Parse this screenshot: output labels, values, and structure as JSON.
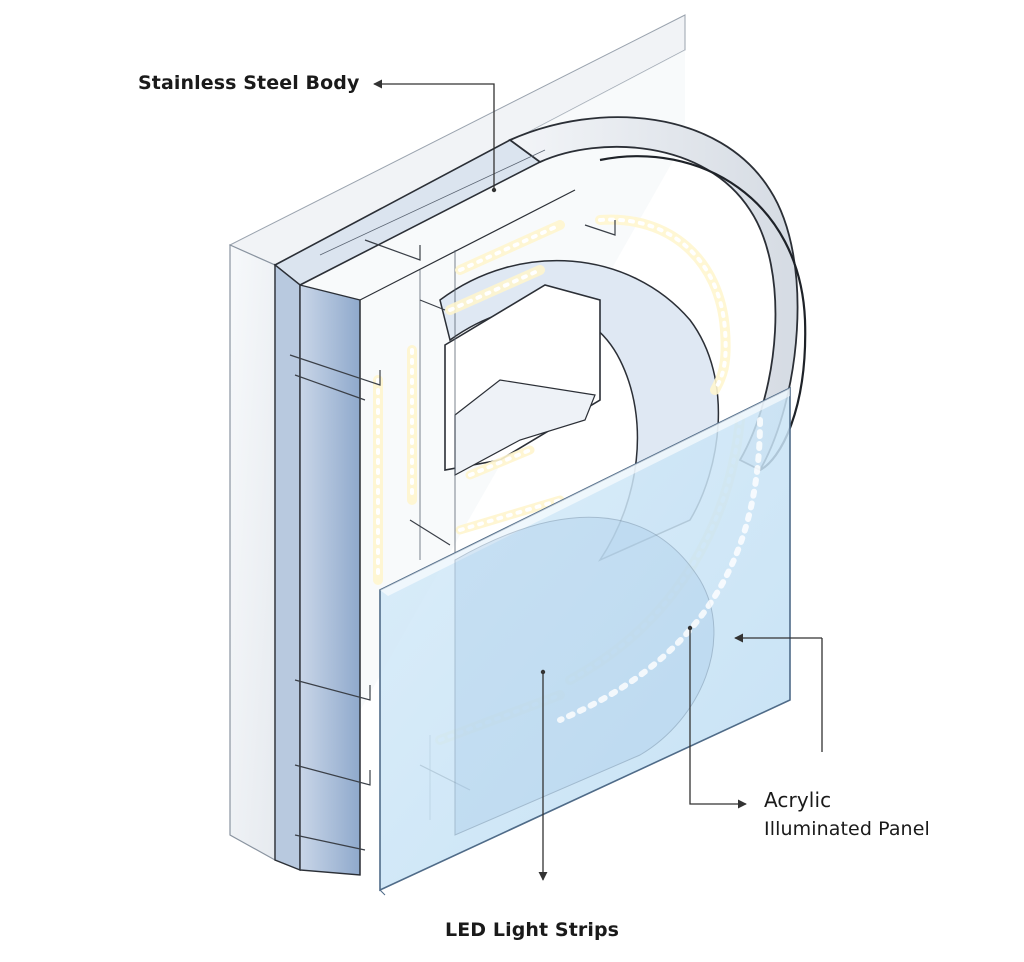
{
  "labels": {
    "stainless_steel_body": "Stainless Steel Body",
    "acrylic_line1": "Acrylic",
    "acrylic_line2": "Illuminated Panel",
    "led_light_strips": "LED Light Strips"
  },
  "colors": {
    "outline": "#2b2f36",
    "wall": "#eef1f5",
    "steel_blue": "#a9c1e0",
    "acrylic": "#cfe6f7",
    "led_glow": "#fffbe6",
    "leader": "#333333"
  }
}
